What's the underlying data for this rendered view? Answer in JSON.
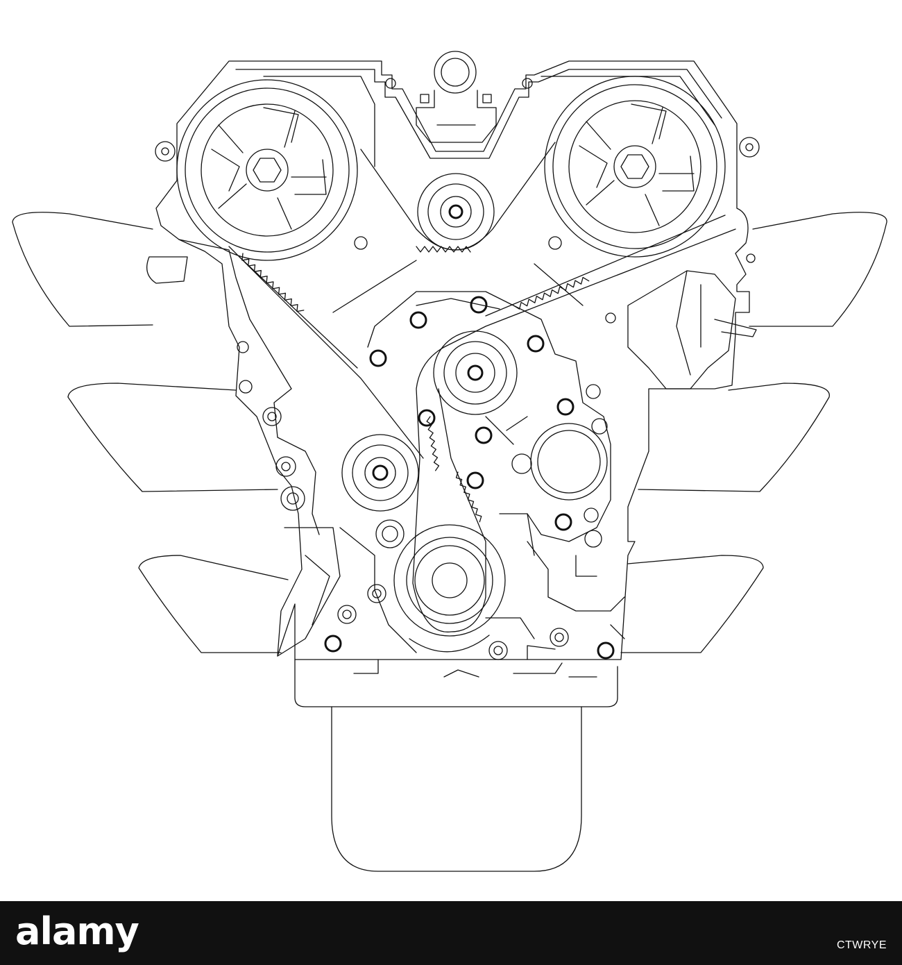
{
  "footer": {
    "brand": "alamy",
    "image_id": "CTWRYE",
    "background": "#111111",
    "text_color": "#ffffff"
  },
  "drawing": {
    "subject": "engine",
    "stroke_color": "#111111",
    "background": "#ffffff"
  }
}
